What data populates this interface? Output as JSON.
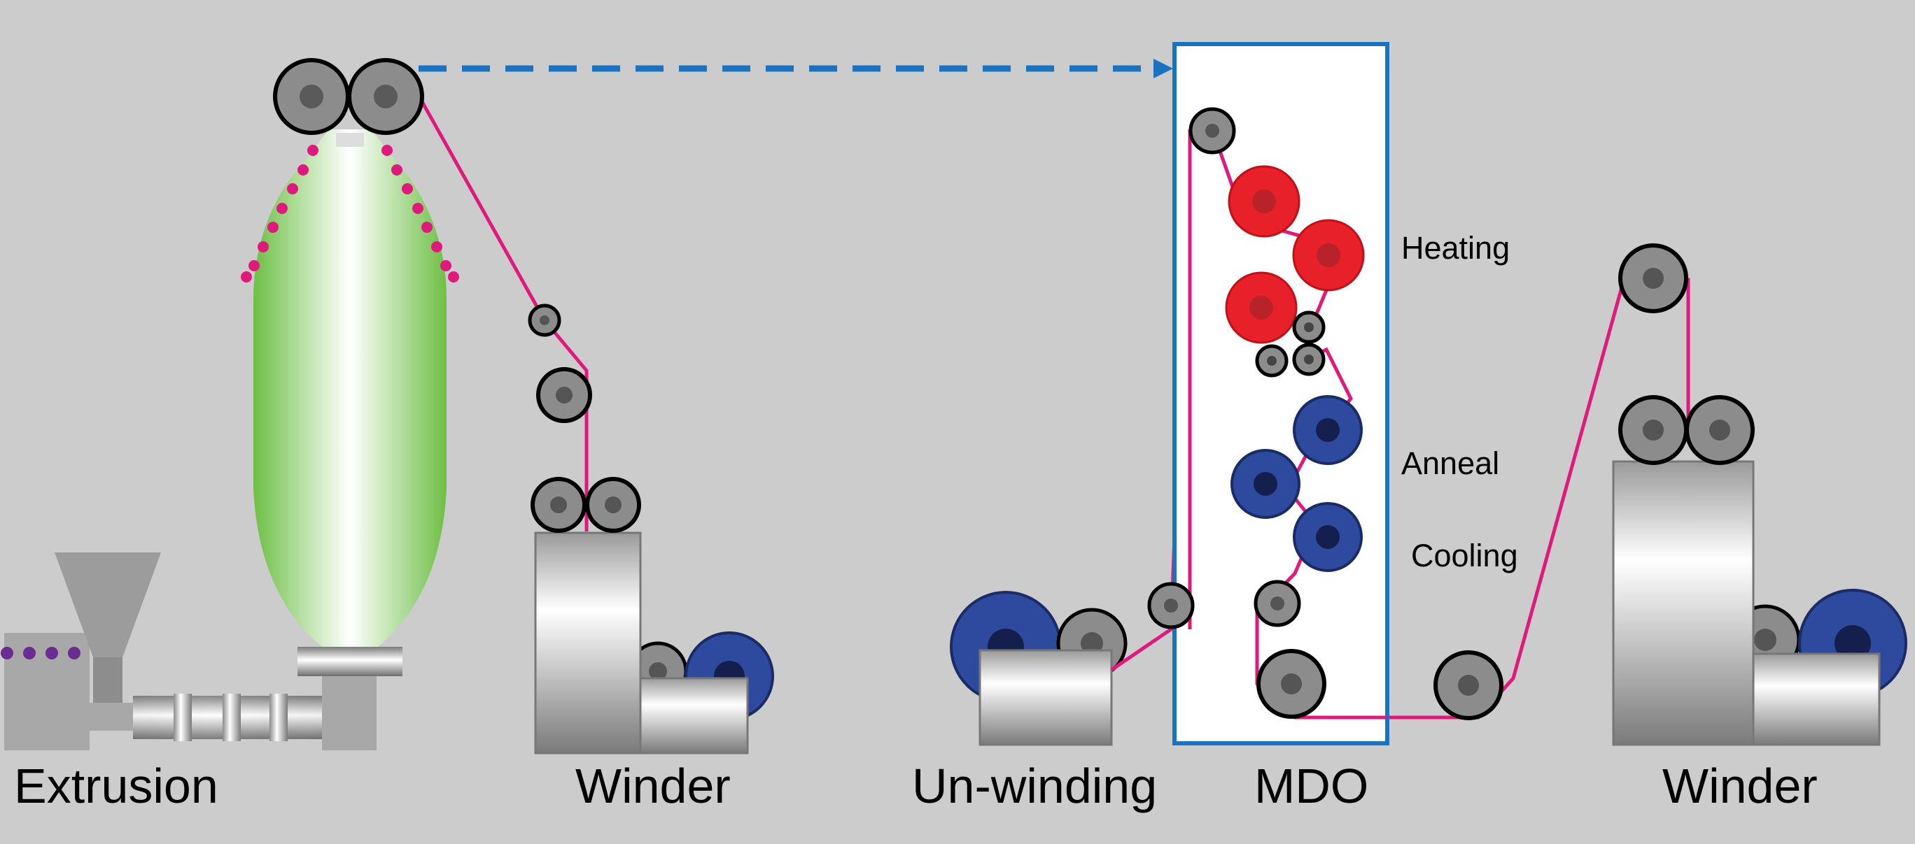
{
  "labels": {
    "extrusion": "Extrusion",
    "winder_left": "Winder",
    "unwinding": "Un-winding",
    "mdo": "MDO",
    "winder_right": "Winder",
    "heating": "Heating",
    "anneal": "Anneal",
    "cooling": "Cooling"
  },
  "colors": {
    "background": "#cccccc",
    "film_web": "#e0197d",
    "mdo_frame": "#1a73c0",
    "dashed_arrow": "#1a73c0",
    "heating_roll": "#e8202a",
    "anneal_cooling_roll": "#2e4a9e",
    "film_reel": "#2e4a9e",
    "bubble": "#6dbf45",
    "cooling_ring_dots": "#e0197d",
    "pellet_dots": "#6a2c91",
    "guide_roll": "#8c8c8c"
  },
  "icons": {
    "extruder": "extruder-icon",
    "hopper": "hopper-icon",
    "blown_film_bubble": "blown-film-bubble-icon",
    "nip_rolls": "nip-roll-icon",
    "winder": "winder-machine-icon",
    "film_reel": "film-reel-icon",
    "mdo_unit": "mdo-unit-icon",
    "dashed_arrow": "dashed-arrow-icon"
  }
}
